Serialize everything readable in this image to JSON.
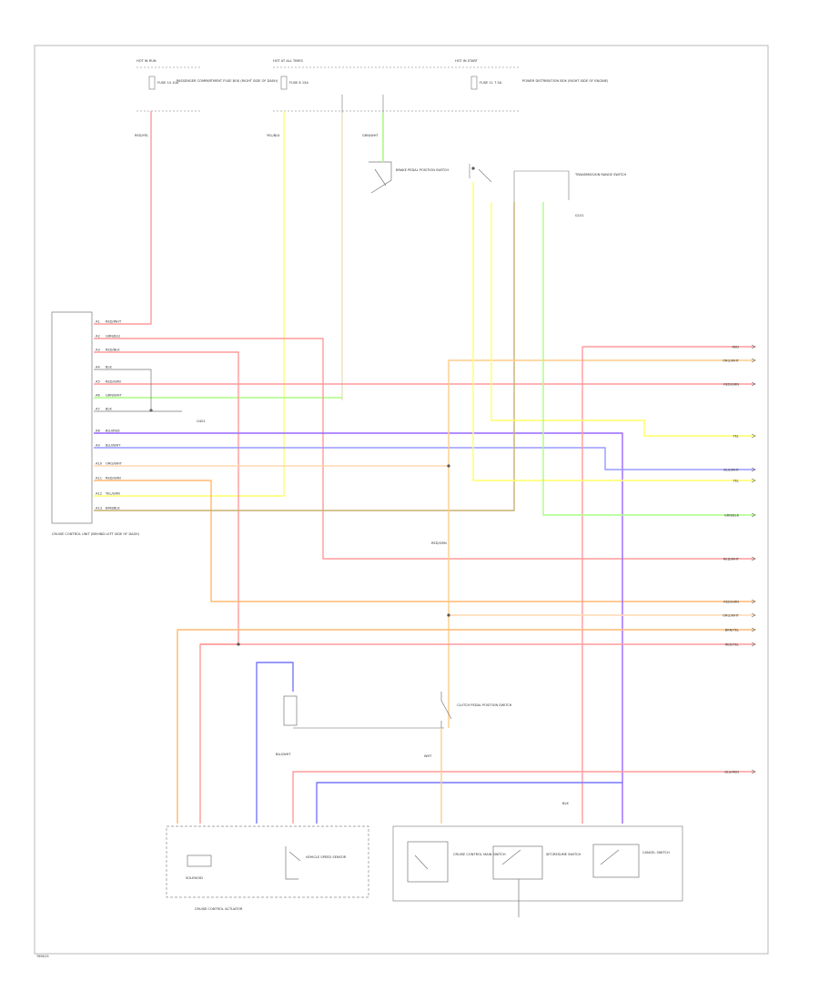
{
  "diagram": {
    "page_ref": "T69015",
    "sources": {
      "hot_in_run": "HOT IN RUN",
      "hot_at_all_times": "HOT AT ALL TIMES",
      "hot_in_start": "HOT IN START"
    },
    "fuses": {
      "f1": "FUSE 14 10A",
      "f2": "FUSE 6 15A",
      "f3": "FUSE 11 7.5A"
    },
    "fuse_boxes": {
      "b1": "PASSENGER COMPARTMENT FUSE BOX (RIGHT SIDE OF DASH)",
      "b3": "POWER DISTRIBUTION BOX (RIGHT SIDE OF ENGINE)"
    },
    "components": {
      "cruise_module": "CRUISE CONTROL UNIT (BEHIND LEFT SIDE OF DASH)",
      "brake_switch": "BRAKE PEDAL POSITION SWITCH",
      "clutch_switch": "CLUTCH PEDAL POSITION SWITCH",
      "transmission_range": "TRANSMISSION RANGE SWITCH",
      "actuator": "CRUISE CONTROL ACTUATOR",
      "solenoid": "SOLENOID",
      "vss": "VEHICLE SPEED SENSOR",
      "main_switch": "CRUISE CONTROL MAIN SWITCH",
      "set_resume": "SET/RESUME SWITCH",
      "cancel_switch": "CANCEL SWITCH",
      "ground_1": "G101",
      "ground_2": "G401"
    },
    "module_pins": [
      {
        "pin": "A1",
        "color": "RED/WHT"
      },
      {
        "pin": "A2",
        "color": "GRN/BLU"
      },
      {
        "pin": "A3",
        "color": "RED/BLK"
      },
      {
        "pin": "A4",
        "color": "BLK"
      },
      {
        "pin": "A5",
        "color": "RED/GRN"
      },
      {
        "pin": "A6",
        "color": "GRN/WHT"
      },
      {
        "pin": "A7",
        "color": "BLK"
      },
      {
        "pin": "A8",
        "color": "BLU/RED"
      },
      {
        "pin": "A9",
        "color": "BLU/WHT"
      },
      {
        "pin": "A10",
        "color": "ORG/WHT"
      },
      {
        "pin": "A11",
        "color": "RED/GRN"
      },
      {
        "pin": "A12",
        "color": "YEL/GRN"
      },
      {
        "pin": "A13",
        "color": "BRN/BLK"
      }
    ],
    "right_labels": [
      {
        "color": "RED"
      },
      {
        "color": "ORG/WHT"
      },
      {
        "color": "RED/GRN"
      },
      {
        "color": "YEL"
      },
      {
        "color": "BLU/WHT"
      },
      {
        "color": "YEL"
      },
      {
        "color": "GRN/BLK"
      },
      {
        "color": "RED/WHT"
      },
      {
        "color": "RED/GRN"
      },
      {
        "color": "ORG/WHT"
      },
      {
        "color": "BRN/YEL"
      },
      {
        "color": "RED/YEL"
      },
      {
        "color": "BLU/RED"
      }
    ],
    "wire_labels": {
      "w1": "RED/YEL",
      "w2": "YEL/BLK",
      "w3": "GRN/WHT",
      "w4": "RED/GRN",
      "w5": "WHT",
      "w6": "BLU/WHT",
      "w7": "BLK"
    }
  }
}
